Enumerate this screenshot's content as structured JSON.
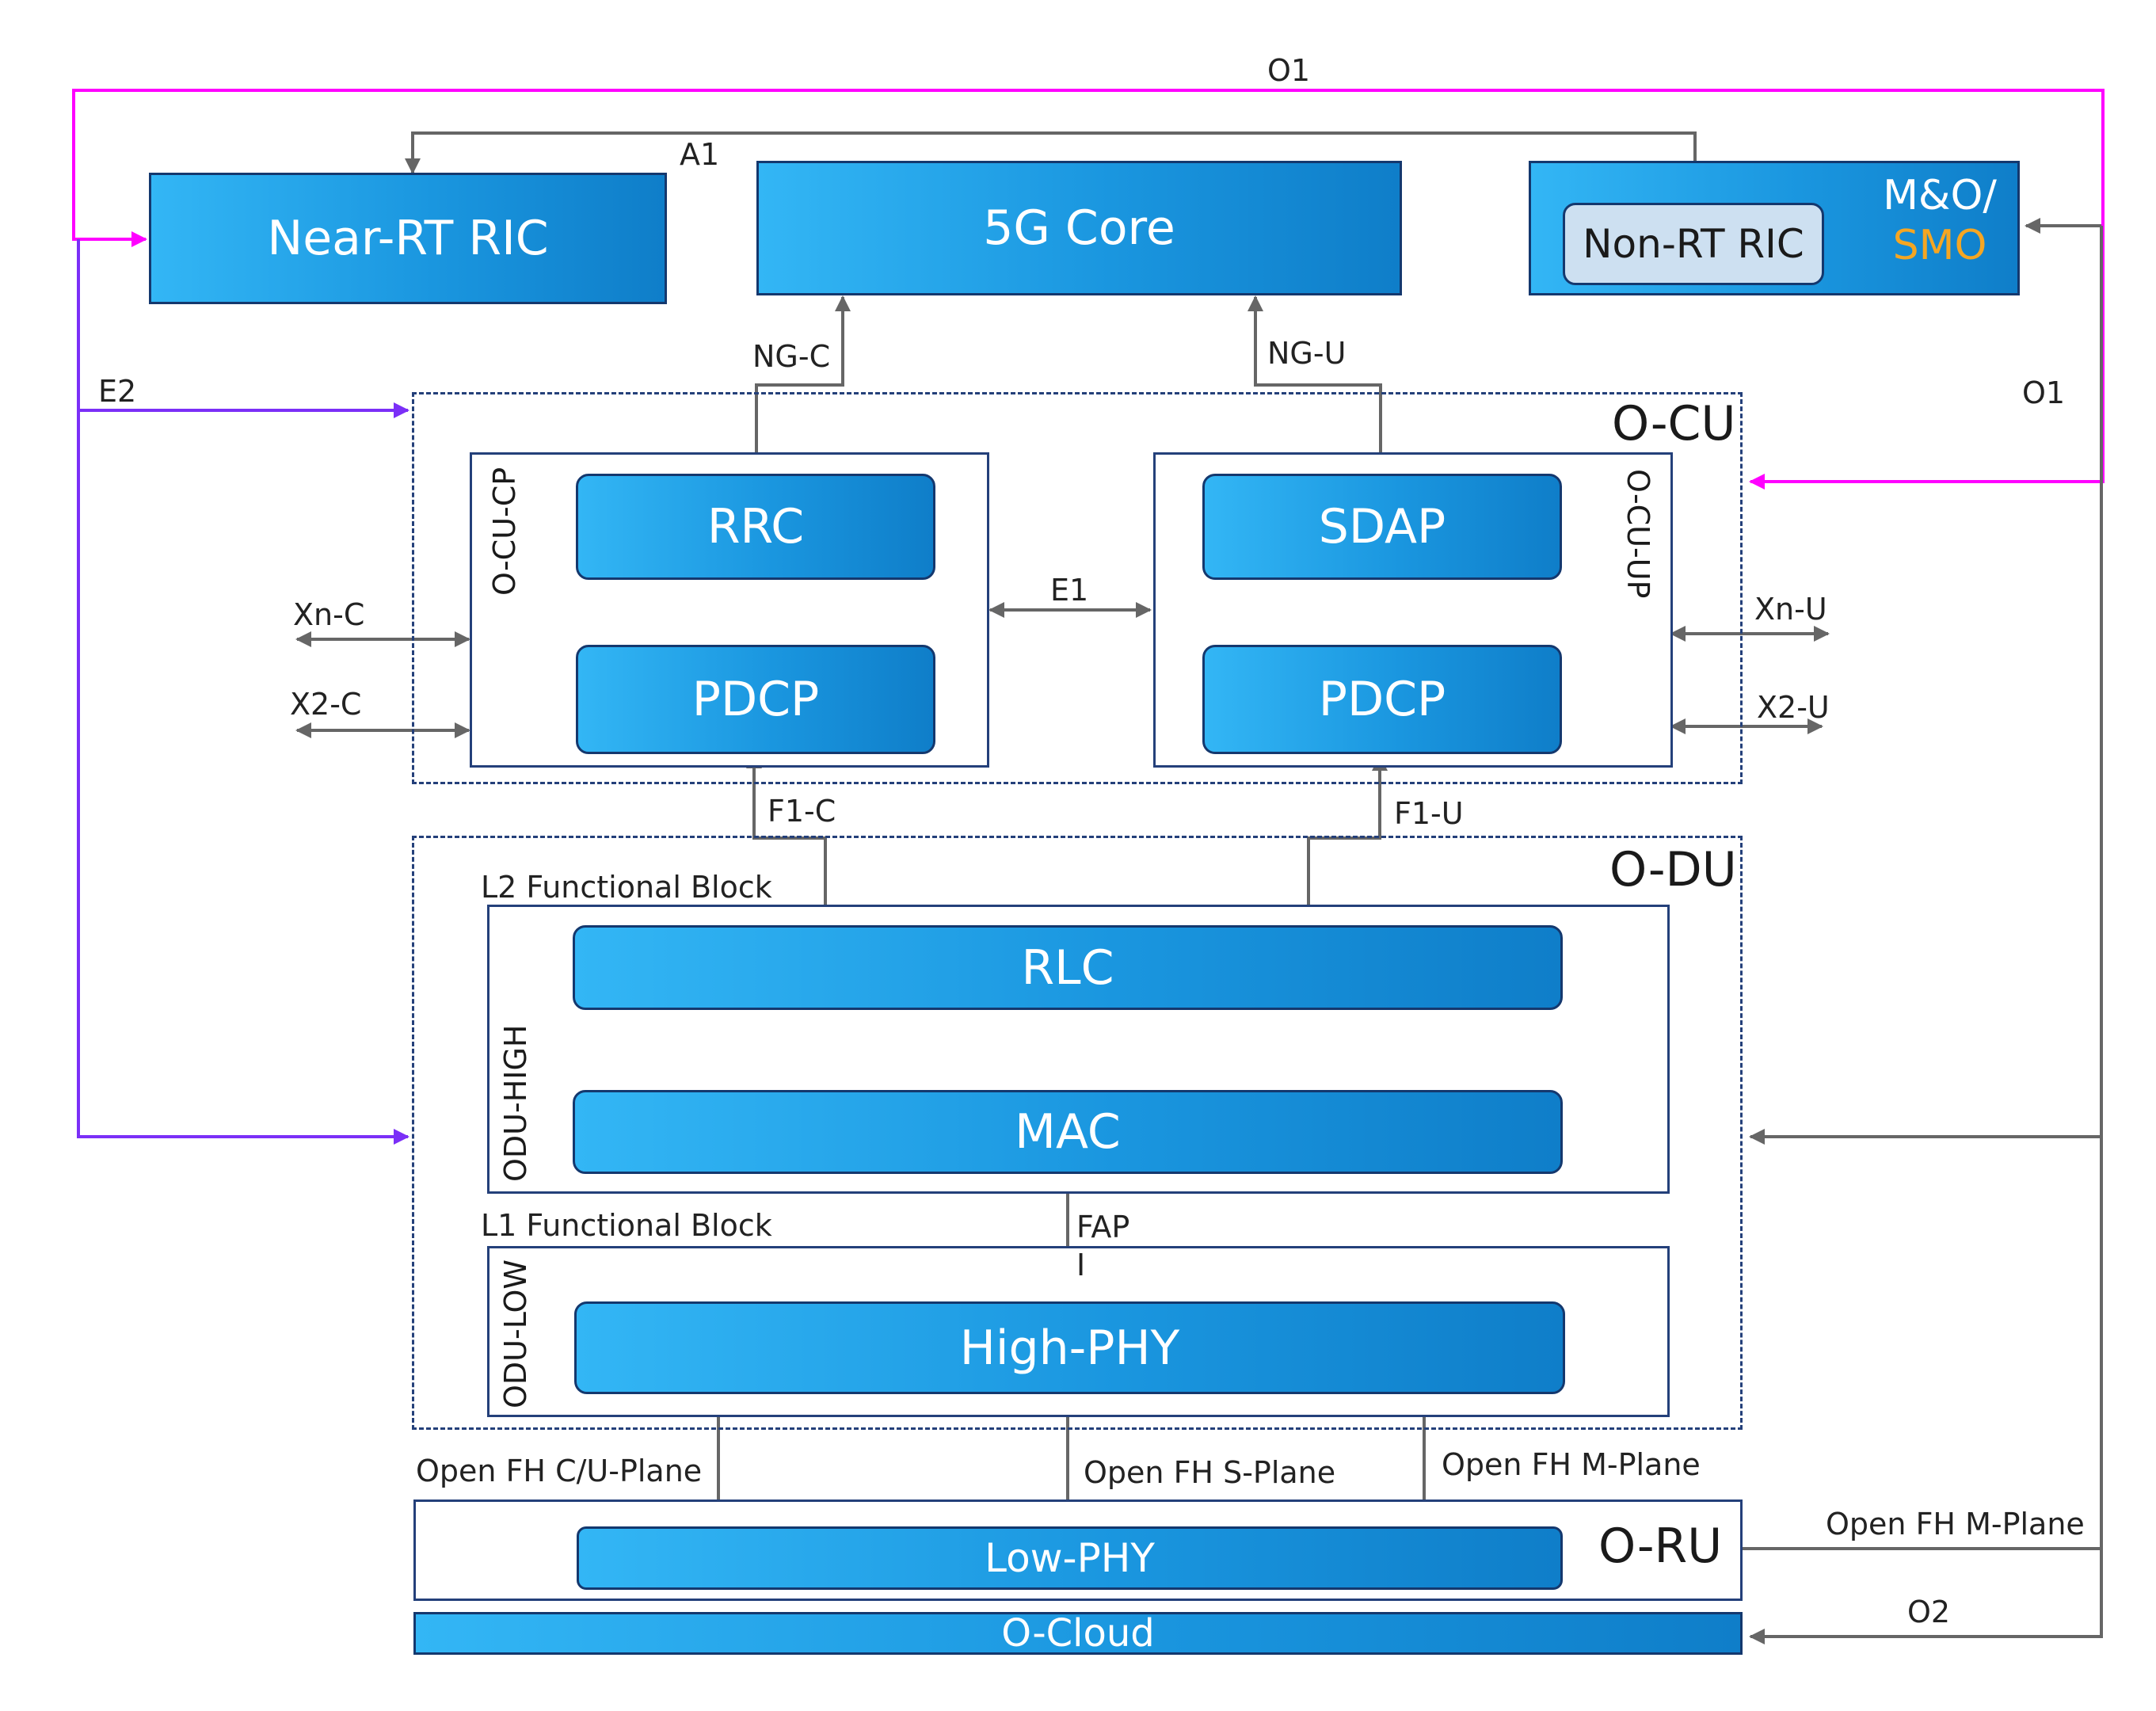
{
  "blocks": {
    "near_rt_ric": "Near-RT RIC",
    "core": "5G Core",
    "non_rt_ric": "Non-RT RIC",
    "mo_line1": "M&O/",
    "mo_line2": "SMO",
    "rrc": "RRC",
    "pdcp_cp": "PDCP",
    "sdap": "SDAP",
    "pdcp_up": "PDCP",
    "rlc": "RLC",
    "mac": "MAC",
    "high_phy": "High-PHY",
    "low_phy": "Low-PHY",
    "o_cloud": "O-Cloud"
  },
  "groups": {
    "o_cu": "O-CU",
    "o_du": "O-DU",
    "o_ru": "O-RU",
    "o_cu_cp": "O-CU-CP",
    "o_cu_up": "O-CU-UP",
    "odu_high": "ODU-HIGH",
    "odu_low": "ODU-LOW",
    "l2": "L2 Functional Block",
    "l1": "L1 Functional Block"
  },
  "interfaces": {
    "o1_top": "O1",
    "a1": "A1",
    "o1_right": "O1",
    "e2": "E2",
    "ng_c": "NG-C",
    "ng_u": "NG-U",
    "e1": "E1",
    "xn_c": "Xn-C",
    "x2_c": "X2-C",
    "xn_u": "Xn-U",
    "x2_u": "X2-U",
    "f1_c": "F1-C",
    "f1_u": "F1-U",
    "fapi_1": "FAP",
    "fapi_2": "I",
    "fh_cu": "Open FH C/U-Plane",
    "fh_s": "Open FH S-Plane",
    "fh_m": "Open FH M-Plane",
    "fh_m_right": "Open FH M-Plane",
    "o2": "O2"
  },
  "colors": {
    "o1_line": "#ff00ff",
    "e2_line": "#7b2ff7",
    "connector": "#666666",
    "internal_arrow": "#1a7fe8",
    "smo_text": "#f5a623",
    "border": "#24407a"
  }
}
